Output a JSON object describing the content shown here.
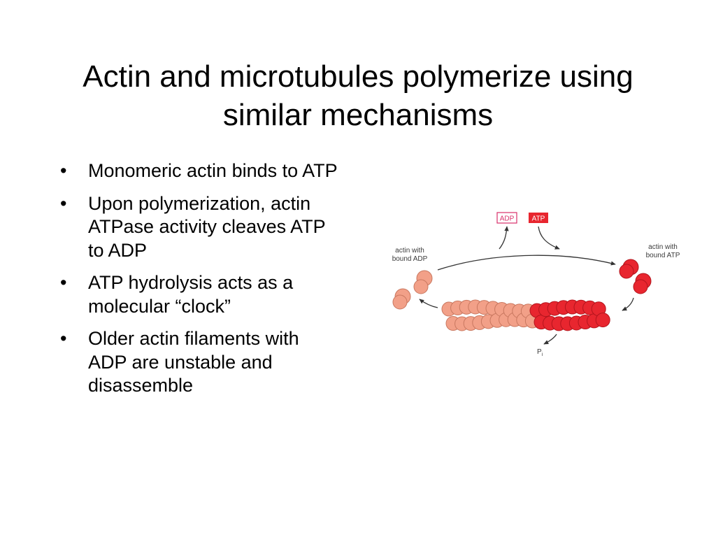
{
  "slide": {
    "title": "Actin and microtubules polymerize using similar mechanisms",
    "bullets": [
      "Monomeric actin binds to ATP",
      "Upon polymerization, actin ATPase activity cleaves ATP to ADP",
      "ATP hydrolysis acts as a molecular “clock”",
      "Older actin filaments with ADP are unstable and disassemble"
    ],
    "bullet_glyph": "•"
  },
  "diagram": {
    "adp_box": "ADP",
    "atp_box": "ATP",
    "left_label_line1": "actin with",
    "left_label_line2": "bound ADP",
    "right_label_line1": "actin with",
    "right_label_line2": "bound ATP",
    "pi_label": "P",
    "pi_subscript": "i",
    "colors": {
      "adp_actin": "#f2a088",
      "atp_actin": "#e8262f",
      "adp_box_border": "#d9306a",
      "atp_box_fill": "#e8262f"
    }
  }
}
